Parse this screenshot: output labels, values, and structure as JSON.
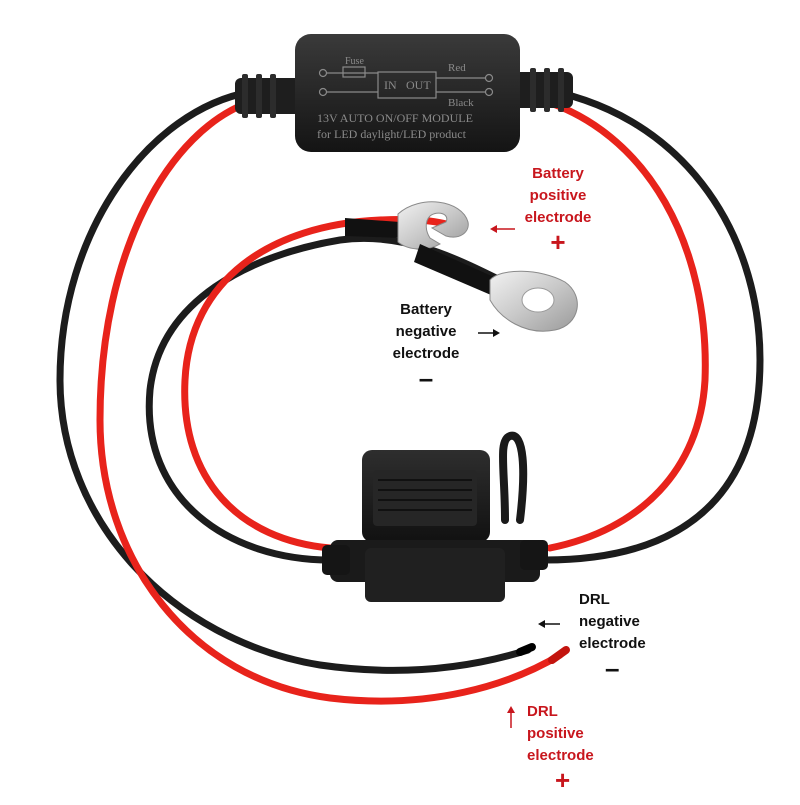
{
  "colors": {
    "red_wire": "#e8231b",
    "black_wire": "#1c1c1c",
    "red_label": "#c8161d",
    "black_label": "#111111"
  },
  "module": {
    "fuse_label": "Fuse",
    "in_label": "IN",
    "out_label": "OUT",
    "red_label": "Red",
    "black_label": "Black",
    "line1": "13V AUTO ON/OFF MODULE",
    "line2": "for LED daylight/LED product"
  },
  "callouts": {
    "battery_positive": {
      "lines": [
        "Battery",
        "positive",
        "electrode"
      ],
      "sign": "+"
    },
    "battery_negative": {
      "lines": [
        "Battery",
        "negative",
        "electrode"
      ],
      "sign": "–"
    },
    "drl_negative": {
      "lines": [
        "DRL",
        "negative",
        "electrode"
      ],
      "sign": "–"
    },
    "drl_positive": {
      "lines": [
        "DRL",
        "positive",
        "electrode"
      ],
      "sign": "+"
    }
  }
}
